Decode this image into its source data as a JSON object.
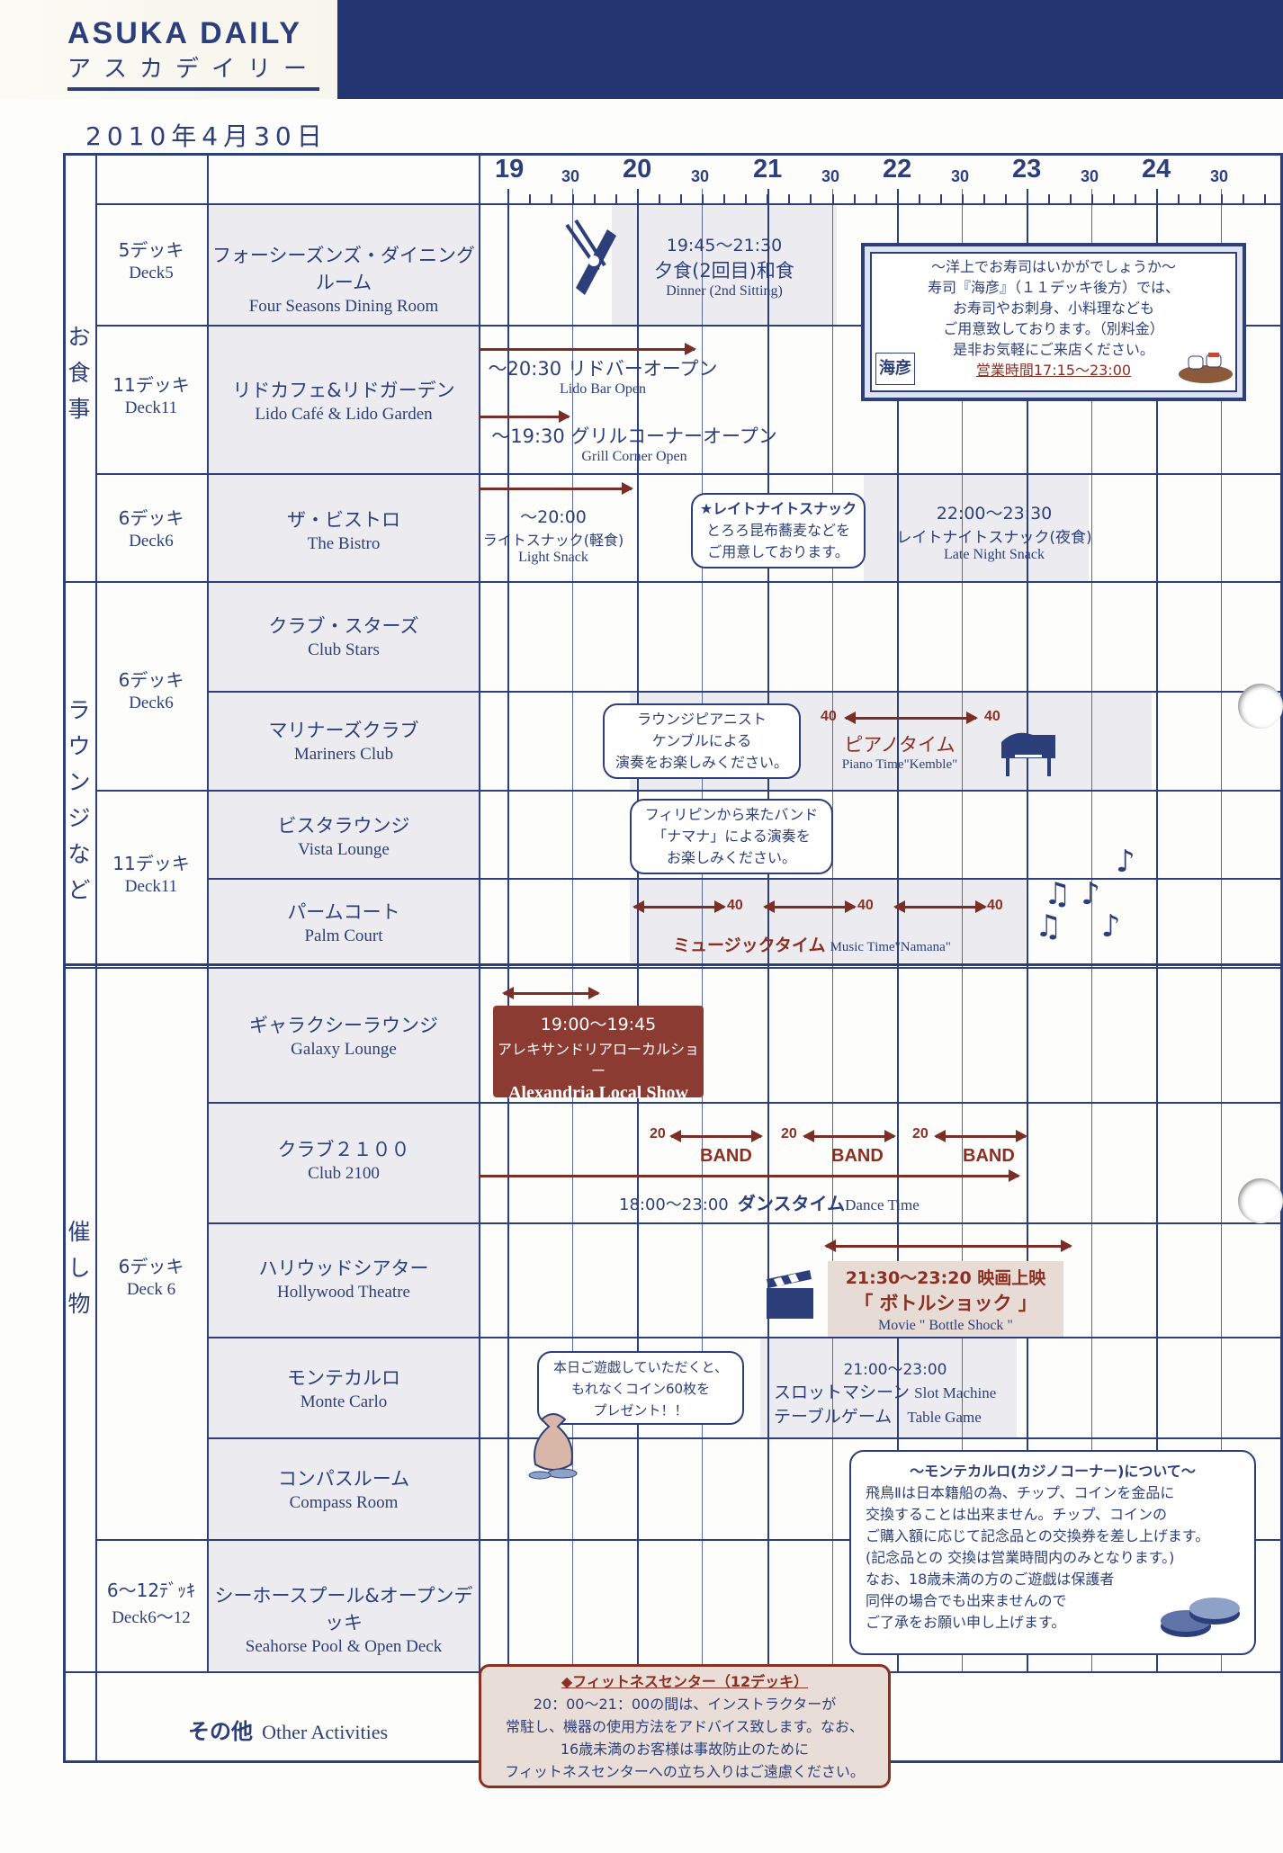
{
  "header": {
    "brand_en": "ASUKA DAILY",
    "brand_jp": "アスカデイリー",
    "date": "2010年4月30日"
  },
  "timeline": {
    "hours": [
      "19",
      "20",
      "21",
      "22",
      "23",
      "24"
    ],
    "half": "30"
  },
  "categories": {
    "dining": "お食事",
    "lounge": "ラウンジなど",
    "events": "催し物"
  },
  "rows": [
    {
      "deck_jp": "5デッキ",
      "deck_en": "Deck5",
      "venue_jp": "フォーシーズンズ・ダイニングルーム",
      "venue_en": "Four Seasons Dining Room"
    },
    {
      "deck_jp": "11デッキ",
      "deck_en": "Deck11",
      "venue_jp": "リドカフェ&リドガーデン",
      "venue_en": "Lido Café & Lido Garden"
    },
    {
      "deck_jp": "6デッキ",
      "deck_en": "Deck6",
      "venue_jp": "ザ・ビストロ",
      "venue_en": "The Bistro"
    },
    {
      "venue_jp": "クラブ・スターズ",
      "venue_en": "Club Stars"
    },
    {
      "venue_jp": "マリナーズクラブ",
      "venue_en": "Mariners Club"
    },
    {
      "venue_jp": "ビスタラウンジ",
      "venue_en": "Vista Lounge"
    },
    {
      "venue_jp": "パームコート",
      "venue_en": "Palm Court"
    },
    {
      "venue_jp": "ギャラクシーラウンジ",
      "venue_en": "Galaxy Lounge"
    },
    {
      "venue_jp": "クラブ２１００",
      "venue_en": "Club 2100"
    },
    {
      "venue_jp": "ハリウッドシアター",
      "venue_en": "Hollywood Theatre"
    },
    {
      "venue_jp": "モンテカルロ",
      "venue_en": "Monte Carlo"
    },
    {
      "venue_jp": "コンパスルーム",
      "venue_en": "Compass Room"
    },
    {
      "deck_jp": "6～12ﾃﾞｯｷ",
      "deck_en": "Deck6～12",
      "venue_jp": "シーホースプール&オープンデッキ",
      "venue_en": "Seahorse Pool & Open Deck"
    }
  ],
  "decks": {
    "lounge6_jp": "6デッキ",
    "lounge6_en": "Deck6",
    "lounge11_jp": "11デッキ",
    "lounge11_en": "Deck11",
    "events6_jp": "6デッキ",
    "events6_en": "Deck 6"
  },
  "other": {
    "jp": "その他",
    "en": "Other Activities"
  },
  "events": {
    "dinner": {
      "time": "19:45～21:30",
      "name": "夕食(2回目)和食",
      "sub": "Dinner (2nd Sitting)"
    },
    "sushi": {
      "lines": [
        "～洋上でお寿司はいかがでしょうか～",
        "寿司『海彦』（１１デッキ後方）では、",
        "お寿司やお刺身、小料理なども",
        "ご用意致しております。（別料金）",
        "是非お気軽にご来店ください。"
      ],
      "hours": "営業時間17:15～23:00",
      "logo": "海彦"
    },
    "lido_bar": {
      "name": "～20:30  リドバーオープン",
      "sub": "Lido Bar Open"
    },
    "grill": {
      "name": "～19:30  グリルコーナーオープン",
      "sub": "Grill Corner Open"
    },
    "light_snack": {
      "time": "～20:00",
      "name": "ライトスナック(軽食)",
      "sub": "Light Snack"
    },
    "late_bubble": {
      "title": "★レイトナイトスナック",
      "lines": [
        "とろろ昆布蕎麦などを",
        "ご用意しております。"
      ]
    },
    "late_snack": {
      "time": "22:00～23:30",
      "name": "レイトナイトスナック(夜食)",
      "sub": "Late Night Snack"
    },
    "piano_bubble": [
      "ラウンジピアニスト",
      "ケンブルによる",
      "演奏をお楽しみください。"
    ],
    "piano": {
      "n1": "40",
      "n2": "40",
      "name": "ピアノタイム",
      "sub": "Piano Time\"Kemble\""
    },
    "band_bubble": [
      "フィリピンから来たバンド",
      "「ナマナ」による演奏を",
      "お楽しみください。"
    ],
    "music": {
      "n1": "40",
      "n2": "40",
      "n3": "40",
      "name": "ミュージックタイム",
      "sub": "Music Time\"Namana\""
    },
    "galaxy": {
      "time": "19:00～19:45",
      "name": "アレキサンドリアローカルショー",
      "sub": "Alexandria Local Show"
    },
    "club2100": {
      "n": "20",
      "band": "BAND",
      "time": "18:00～23:00",
      "name": "ダンスタイム",
      "sub": "Dance Time"
    },
    "movie": {
      "time": "21:30～23:20  映画上映",
      "name": "「 ボトルショック 」",
      "sub": "Movie \" Bottle Shock \""
    },
    "coin_bubble": [
      "本日ご遊戯していただくと、",
      "もれなくコイン60枚を",
      "プレゼント！！"
    ],
    "casino": {
      "time": "21:00～23:00",
      "slot_jp": "スロットマシーン",
      "slot_en": "Slot Machine",
      "table_jp": "テーブルゲーム",
      "table_en": "Table Game"
    },
    "casino_note": {
      "title": "～モンテカルロ(カジノコーナー)について～",
      "lines": [
        "飛鳥Ⅱは日本籍船の為、チップ、コインを金品に",
        "交換することは出来ません。チップ、コインの",
        "ご購入額に応じて記念品との交換券を差し上げます。",
        "(記念品との 交換は営業時間内のみとなります。)",
        "なお、18歳未満の方のご遊戯は保護者",
        "同伴の場合でも出来ませんので",
        "ご了承をお願い申し上げます。"
      ]
    },
    "fitness": {
      "title": "◆フィットネスセンター（12デッキ）",
      "lines": [
        "20：00～21：00の間は、インストラクターが",
        "常駐し、機器の使用方法をアドバイス致します。なお、",
        "16歳未満のお客様は事故防止のために",
        "フィットネスセンターへの立ち入りはご遠慮ください。"
      ]
    }
  }
}
